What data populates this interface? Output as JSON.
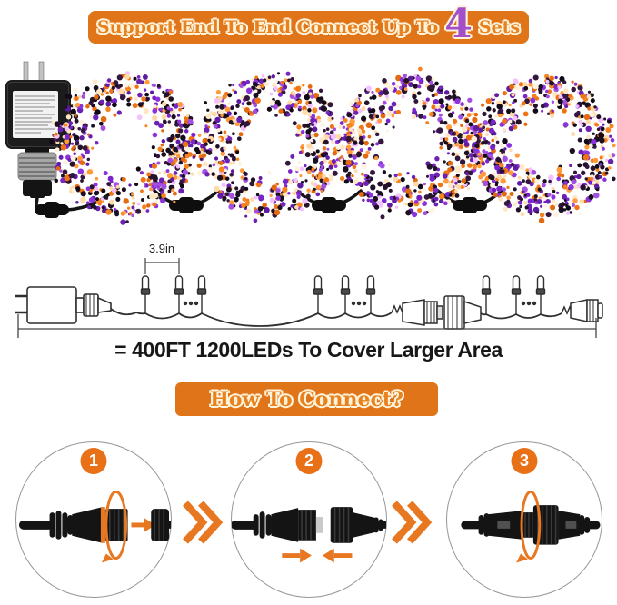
{
  "top_banner": {
    "text_before": "Support End To End Connect Up To",
    "highlight": "4",
    "text_after": "Sets"
  },
  "lights_row": {
    "wreath_count": 4,
    "light_colors": [
      "purple",
      "orange"
    ]
  },
  "length_diagram": {
    "bulb_spacing": "3.9in",
    "total_label": "= 400FT  1200LEDs To Cover Larger Area"
  },
  "connect_section": {
    "banner": "How To Connect?",
    "steps": [
      {
        "number": "1"
      },
      {
        "number": "2"
      },
      {
        "number": "3"
      }
    ]
  },
  "colors": {
    "banner_orange": "#DF7418",
    "accent_orange": "#E87722",
    "highlight_purple": "#A24FC8",
    "light_purple": "#7A25C9",
    "light_orange": "#F5831F"
  }
}
